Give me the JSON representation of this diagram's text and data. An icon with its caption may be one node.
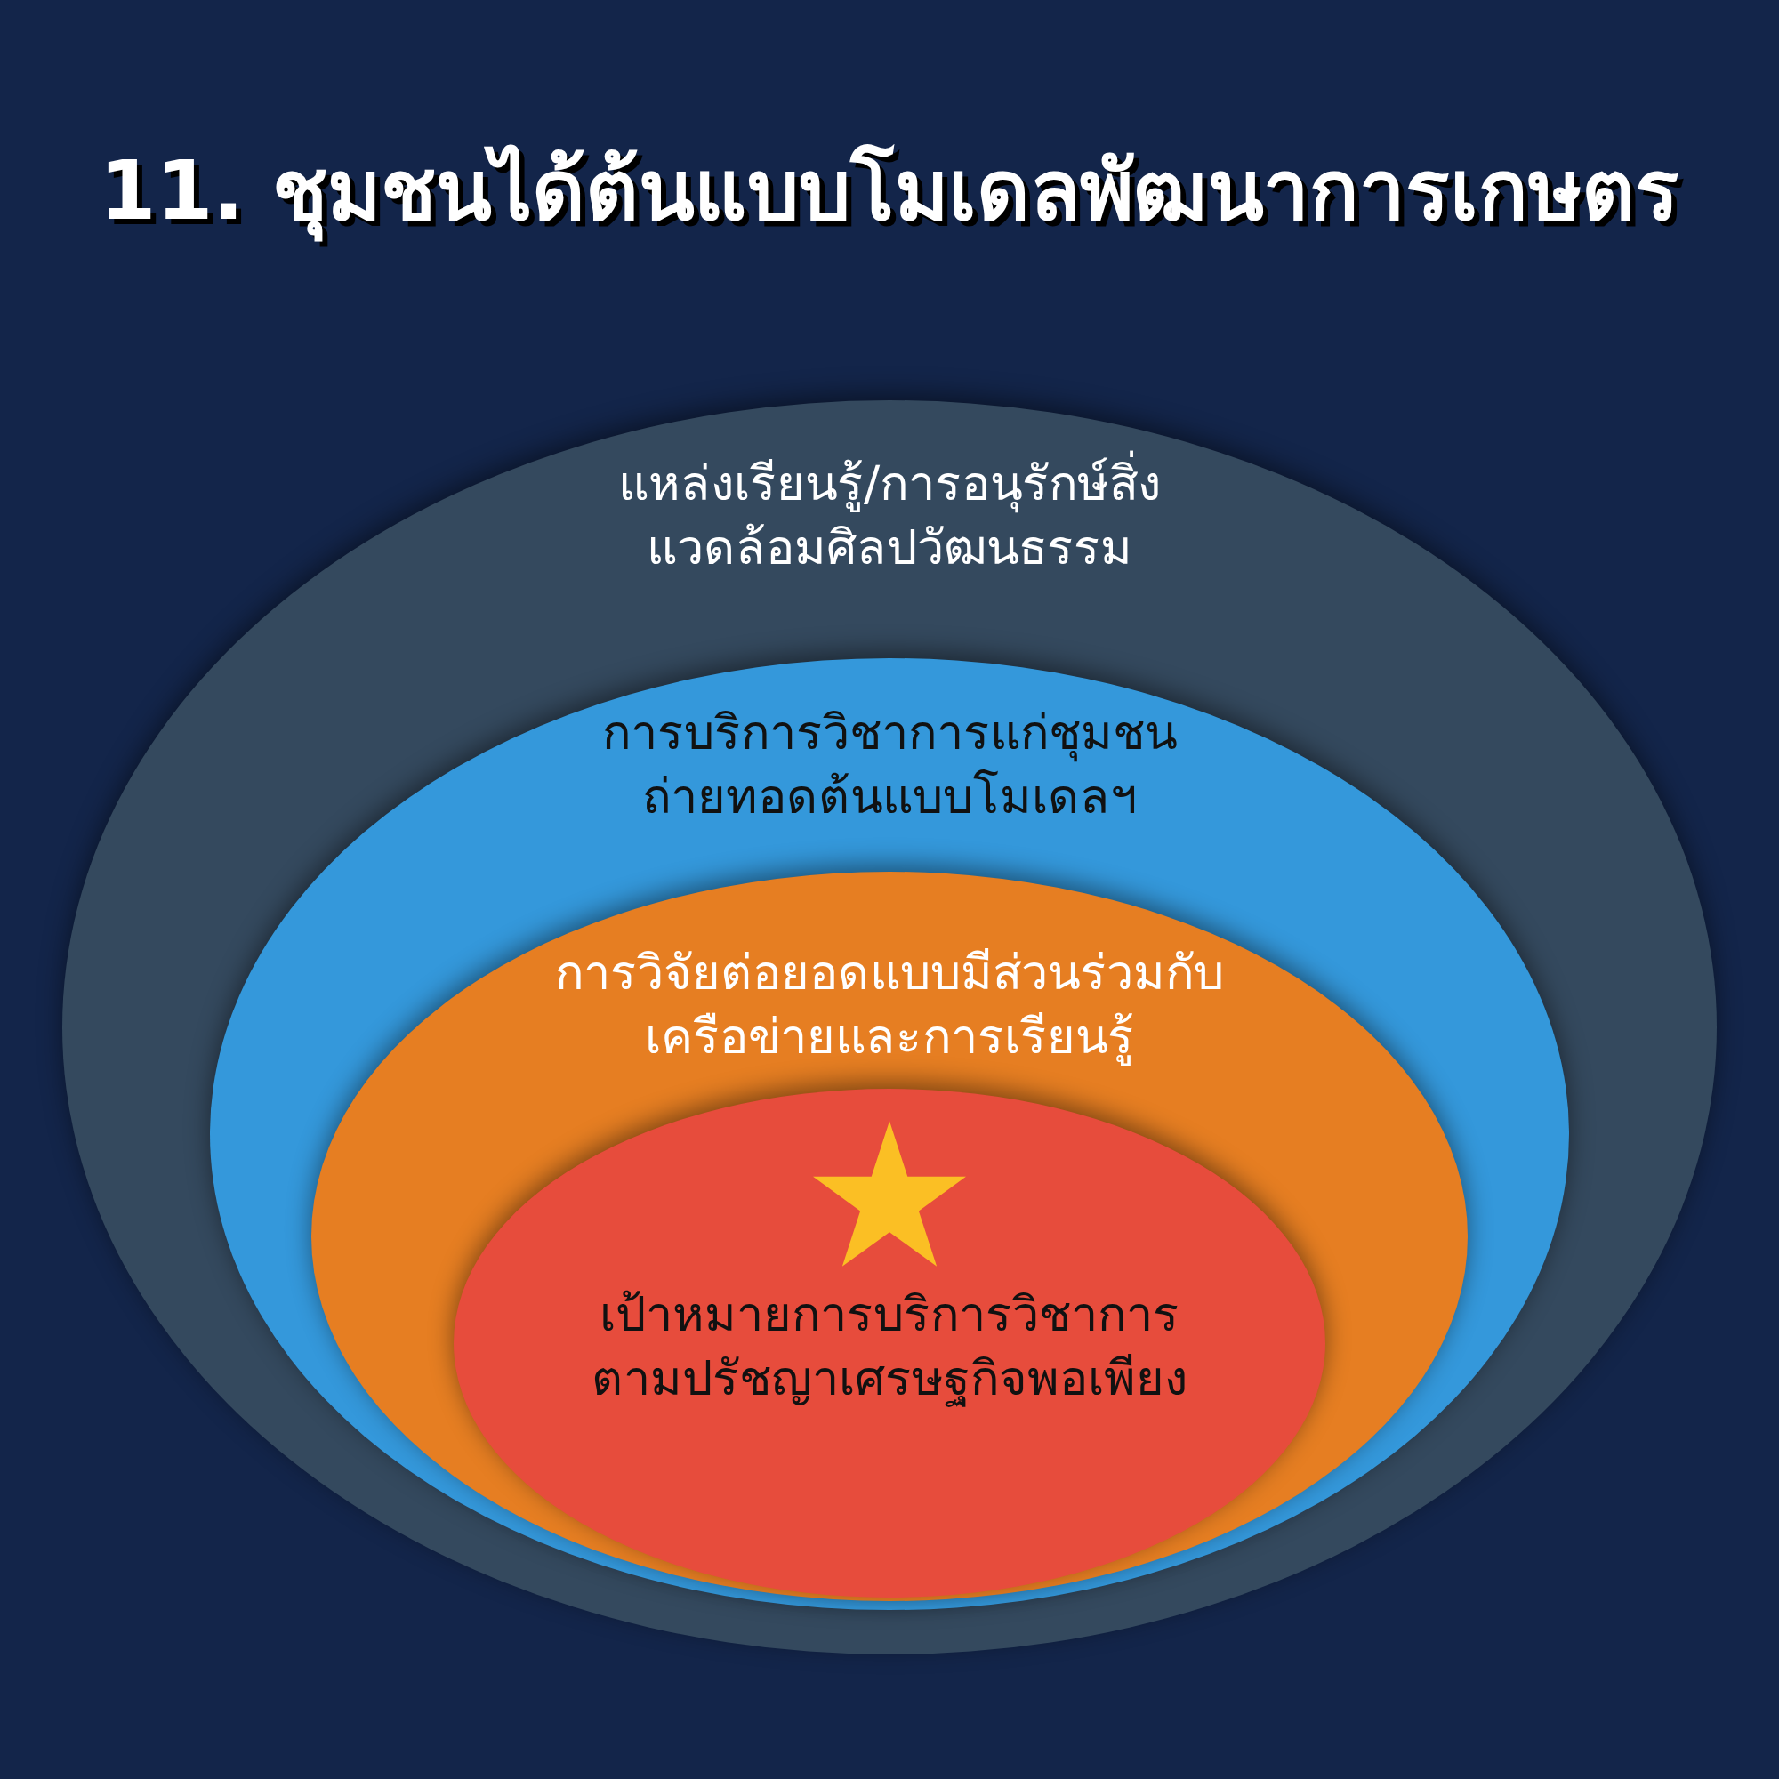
{
  "diagram": {
    "title": "11. ชุมชนได้ต้นแบบโมเดลพัฒนาการเกษตร",
    "nodes": [
      {
        "text": [
          "แหล่งเรียนรู้/การอนุรักษ์สิ่งแวดล้อมศิลปวัฒนธรรม"
        ]
      },
      {
        "text": [
          "การบริการวิชาการแก่ชุมชนถ่ายทอดต้นแบบโมเดลฯ"
        ],
        "in": 0
      },
      {
        "text": [
          "การวิจัยต่อยอดแบบมีส่วนร่วมกับเครือข่ายและการเรียนรู้"
        ],
        "in": 1
      },
      {
        "text": [
          "เป้าหมายการบริการวิชาการตามปรัชญาเศรษฐกิจพอเพียง"
        ],
        "in": 2
      }
    ],
    "edges": []
  }
}
